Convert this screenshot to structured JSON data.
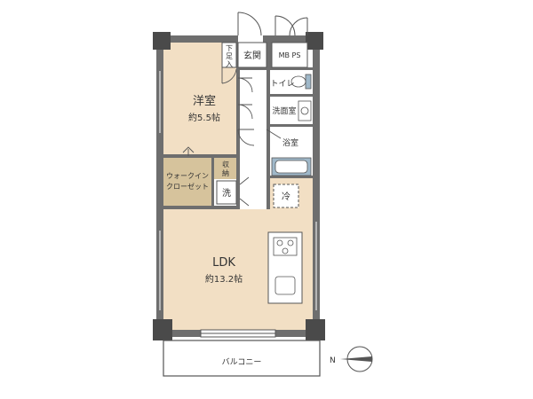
{
  "colors": {
    "wall": "#6e6e6e",
    "wall_dark": "#4a4a4a",
    "floor_ldk": "#f2dfc4",
    "floor_western": "#f2dfc4",
    "floor_closet": "#d6c39c",
    "floor_wet": "#ffffff",
    "fixture": "#9fb8c9",
    "line": "#555555"
  },
  "rooms": {
    "western": {
      "name": "洋室",
      "size": "約5.5帖"
    },
    "ldk": {
      "name": "LDK",
      "size": "約13.2帖"
    },
    "entrance": {
      "name": "玄関"
    },
    "shoe_storage": {
      "name": "下足入"
    },
    "mb_ps": {
      "name": "MB PS"
    },
    "toilet": {
      "name": "トイレ"
    },
    "washroom": {
      "name": "洗面室"
    },
    "bathroom": {
      "name": "浴室"
    },
    "walk_in_closet": {
      "name": "ウォークイン\nクローゼット",
      "line1": "ウォークイン",
      "line2": "クローゼット"
    },
    "storage": {
      "name": "収納",
      "line1": "収",
      "line2": "納"
    },
    "washer": {
      "name": "洗"
    },
    "fridge": {
      "name": "冷"
    },
    "balcony": {
      "name": "バルコニー"
    }
  },
  "icons": {
    "compass": "compass-north-icon",
    "toilet": "toilet-icon",
    "sink": "washbasin-icon",
    "bathtub": "bathtub-icon",
    "kitchen": "kitchen-counter-icon"
  }
}
